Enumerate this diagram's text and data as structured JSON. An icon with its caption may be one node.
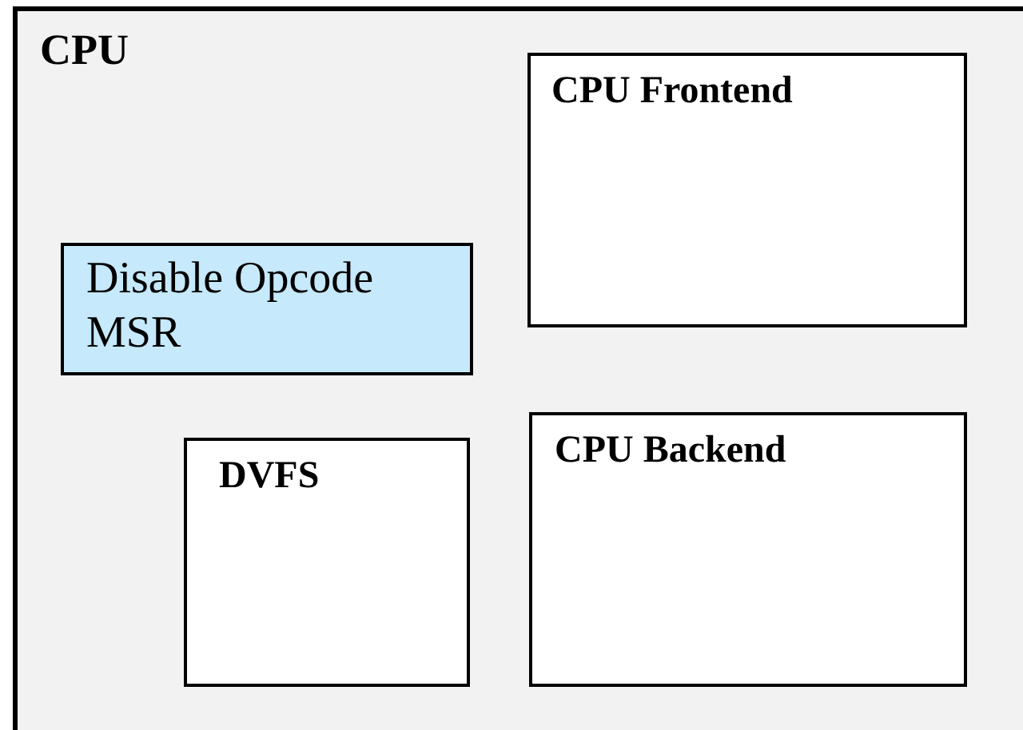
{
  "diagram": {
    "nodes": [
      {
        "text": [
          "CPU"
        ]
      },
      {
        "text": [
          "CPU Frontend"
        ],
        "in": 0
      },
      {
        "text": [
          "Disable Opcode MSR"
        ],
        "in": 0
      },
      {
        "text": [
          "DVFS"
        ],
        "in": 0
      },
      {
        "text": [
          "CPU Backend"
        ],
        "in": 0
      }
    ]
  }
}
